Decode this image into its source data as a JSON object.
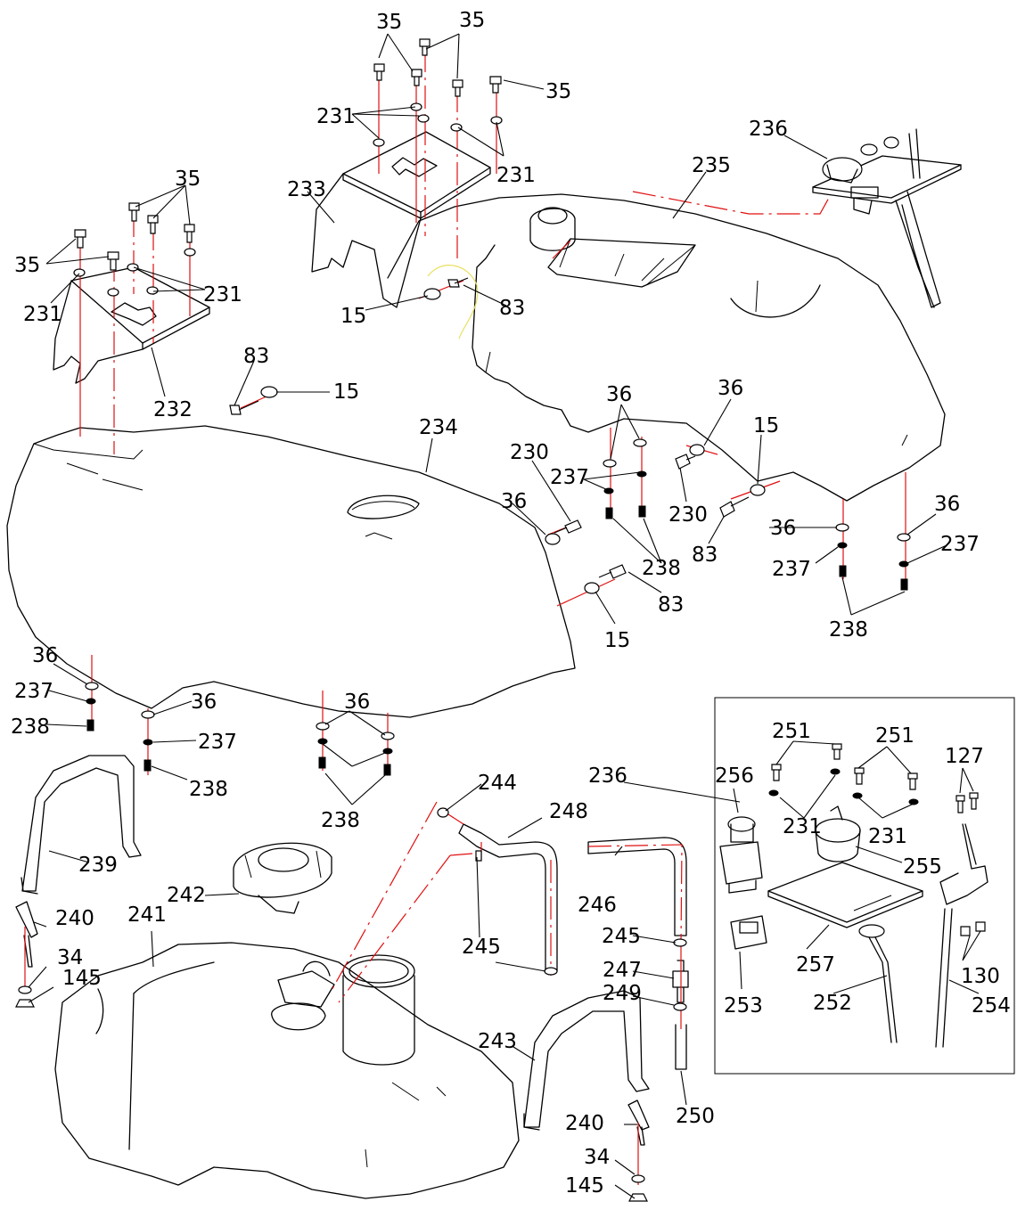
{
  "callouts": {
    "c35a": "35",
    "c35b": "35",
    "c35c": "35",
    "c35d": "35",
    "c35e": "35",
    "c231a": "231",
    "c231b": "231",
    "c231c": "231",
    "c231d": "231",
    "c233": "233",
    "c232": "232",
    "c236a": "236",
    "c235": "235",
    "c15a": "15",
    "c83a": "83",
    "c83b": "83",
    "c15b": "15",
    "c234": "234",
    "c36a": "36",
    "c36b": "36",
    "c36c": "36",
    "c36d": "36",
    "c36e": "36",
    "c36f": "36",
    "c36g": "36",
    "c36h": "36",
    "c230a": "230",
    "c230b": "230",
    "c237a": "237",
    "c237b": "237",
    "c237c": "237",
    "c237d": "237",
    "c237e": "237",
    "c15c": "15",
    "c15d": "15",
    "c83c": "83",
    "c83d": "83",
    "c238a": "238",
    "c238b": "238",
    "c238c": "238",
    "c238d": "238",
    "c238e": "238",
    "c244": "244",
    "c248": "248",
    "c236b": "236",
    "c239": "239",
    "c242": "242",
    "c240a": "240",
    "c241": "241",
    "c34a": "34",
    "c145a": "145",
    "c245a": "245",
    "c246": "246",
    "c245b": "245",
    "c247": "247",
    "c249": "249",
    "c243": "243",
    "c250": "250",
    "c240b": "240",
    "c34b": "34",
    "c145b": "145",
    "c251a": "251",
    "c251b": "251",
    "c127": "127",
    "c256": "256",
    "c231e": "231",
    "c231f": "231",
    "c255": "255",
    "c257": "257",
    "c130": "130",
    "c253": "253",
    "c252": "252",
    "c254": "254"
  }
}
